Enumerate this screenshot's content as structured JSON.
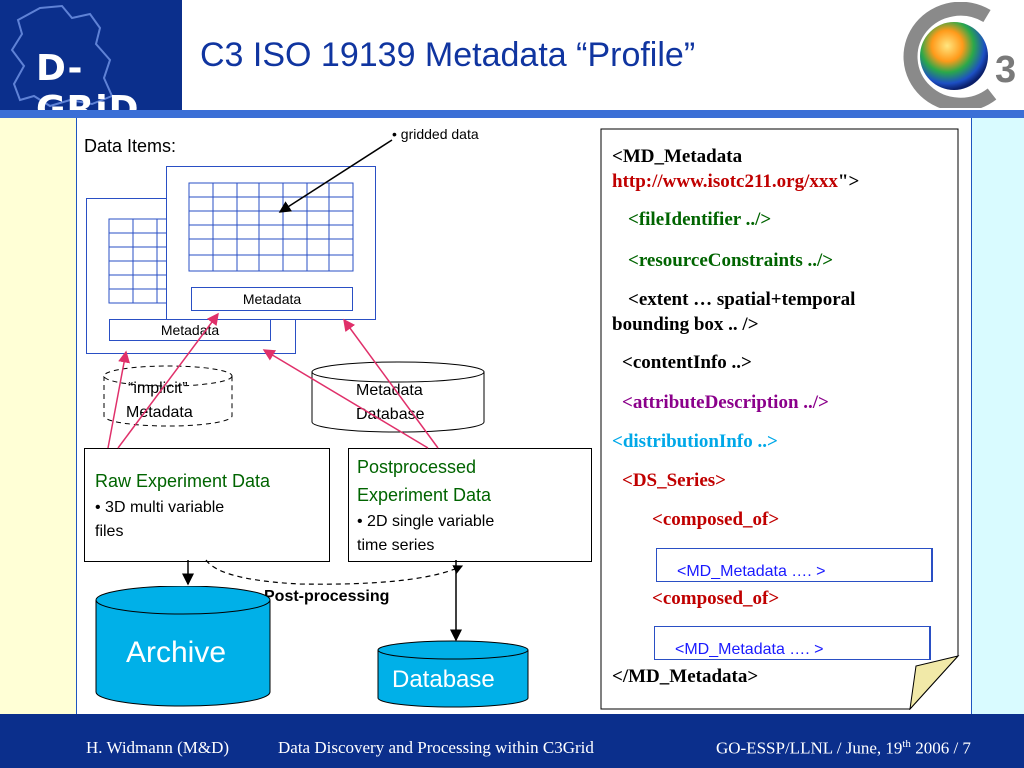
{
  "header": {
    "logo_text": "D-GRiD",
    "title": "C3 ISO 19139 Metadata “Profile”",
    "c3_logo_text": "3"
  },
  "diagram": {
    "data_items_label": "Data Items:",
    "gridded_data_label": "• gridded data",
    "metadata_front": "Metadata",
    "metadata_back": "Metadata",
    "implicit_metadata_line1": "“implicit”",
    "implicit_metadata_line2": "Metadata",
    "metadata_database_line1": "Metadata",
    "metadata_database_line2": "Database",
    "raw": {
      "title": "Raw Experiment Data",
      "line1": "• 3D multi variable",
      "line2": "files"
    },
    "post": {
      "title_line1": "Postprocessed",
      "title_line2": "Experiment Data",
      "line1": "• 2D single variable",
      "line2": "time series"
    },
    "post_processing_label": "Post-processing",
    "archive_label": "Archive",
    "database_label": "Database"
  },
  "xml": {
    "l1": "<MD_Metadata",
    "l2_url": "http://www.isotc211.org/xxx",
    "l2_tail": "\">",
    "l3": "<fileIdentifier   ../>",
    "l4": "<resourceConstraints  ../>",
    "l5a": "<extent … spatial+temporal",
    "l5b": "bounding box .. />",
    "l6": "<contentInfo ..>",
    "l7": "<attributeDescription ../>",
    "l8": "<distributionInfo ..>",
    "l9": "<DS_Series>",
    "l10": "<composed_of>",
    "l11": "<MD_Metadata ….  >",
    "l12": "<composed_of>",
    "l13": "<MD_Metadata ….  >",
    "l14": "</MD_Metadata>"
  },
  "footer": {
    "left": "H. Widmann (M&D)",
    "center": "Data Discovery and Processing  within C3Grid",
    "right_pre": "GO-ESSP/LLNL / June, 19",
    "right_sup": "th",
    "right_post": " 2006 / 7"
  },
  "colors": {
    "brand_blue": "#0b2f8c",
    "accent_blue": "#3b6fd6",
    "archive_cyan": "#00b0e8",
    "arrow_red": "#e0306a"
  }
}
